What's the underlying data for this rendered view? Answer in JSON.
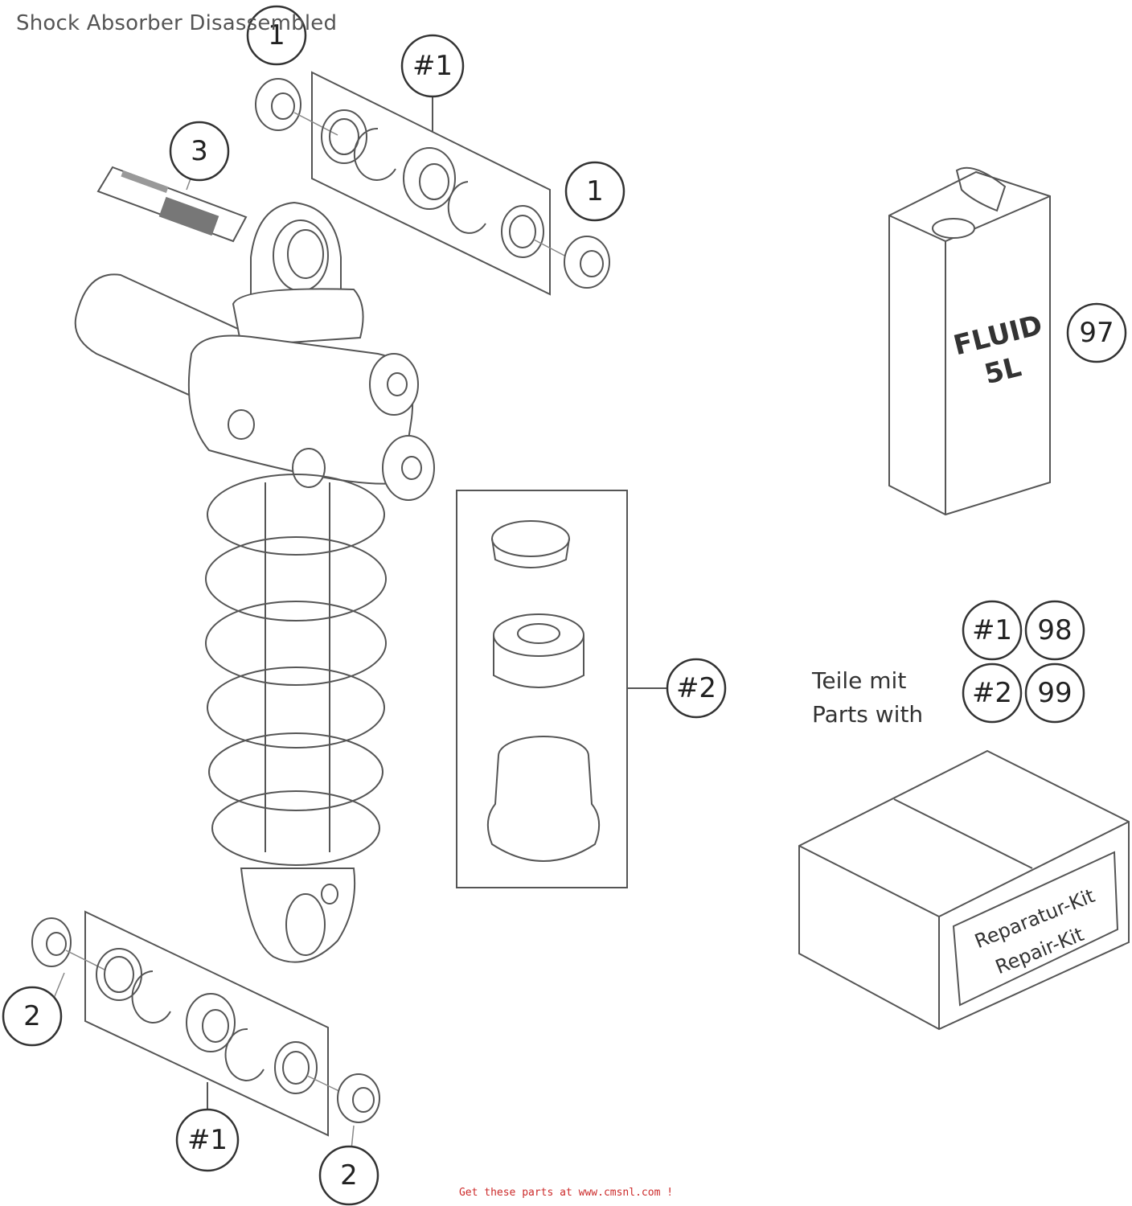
{
  "title": "Shock Absorber Disassembled",
  "callouts": {
    "top_bushing_left": "1",
    "top_kit": "#1",
    "top_bushing_right": "1",
    "decal": "3",
    "fluid": "97",
    "piston_kit": "#2",
    "bottom_bushing_left": "2",
    "bottom_kit": "#1",
    "bottom_bushing_right": "2"
  },
  "fluid_can": {
    "line1": "FLUID",
    "line2": "5L"
  },
  "legend": {
    "text_de": "Teile mit",
    "text_en": "Parts with",
    "rows": [
      {
        "kit": "#1",
        "part": "98"
      },
      {
        "kit": "#2",
        "part": "99"
      }
    ]
  },
  "repair_kit": {
    "line1": "Reparatur-Kit",
    "line2": "Repair-Kit"
  },
  "footer": "Get these parts at www.cmsnl.com !"
}
